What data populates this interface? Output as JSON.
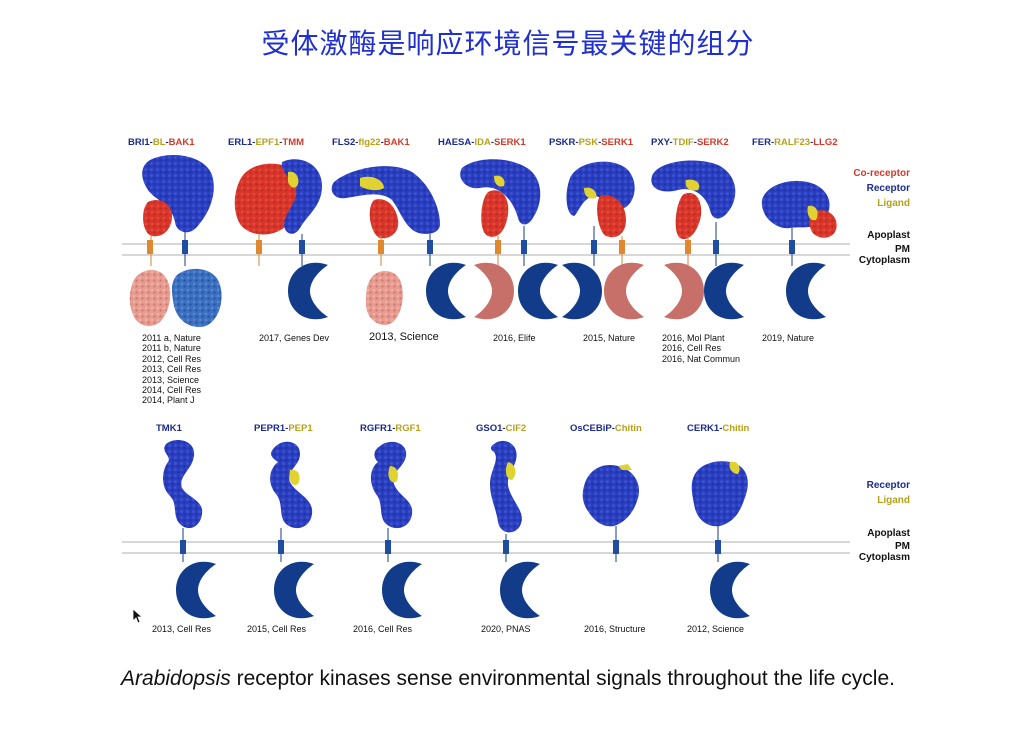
{
  "title": "受体激酶是响应环境信号最关键的组分",
  "legend_top": {
    "co_receptor": "Co-receptor",
    "receptor": "Receptor",
    "ligand": "Ligand",
    "apoplast": "Apoplast",
    "pm": "PM",
    "cytoplasm": "Cytoplasm"
  },
  "legend_bottom": {
    "receptor": "Receptor",
    "ligand": "Ligand",
    "apoplast": "Apoplast",
    "pm": "PM",
    "cytoplasm": "Cytoplasm"
  },
  "colors": {
    "receptor": "#2a3fbf",
    "co_receptor": "#d8362a",
    "ligand": "#e0d230",
    "kinase": "#0f3a86",
    "co_kinase": "#c97a74",
    "title": "#1f2fd0"
  },
  "top_complexes": [
    {
      "receptor": "BRI1",
      "ligand": "BL",
      "co_receptor": "BAK1",
      "refs": [
        "2011 a, Nature",
        "2011 b, Nature",
        "2012, Cell Res",
        "2013, Cell Res",
        "2013, Science",
        "2014, Cell Res",
        "2014, Plant J"
      ]
    },
    {
      "receptor": "ERL1",
      "ligand": "EPF1",
      "co_receptor": "TMM",
      "refs": [
        "2017, Genes Dev"
      ]
    },
    {
      "receptor": "FLS2",
      "ligand": "flg22",
      "co_receptor": "BAK1",
      "refs": [
        "2013, Science"
      ]
    },
    {
      "receptor": "HAESA",
      "ligand": "IDA",
      "co_receptor": "SERK1",
      "refs": [
        "2016,  Elife"
      ]
    },
    {
      "receptor": "PSKR",
      "ligand": "PSK",
      "co_receptor": "SERK1",
      "refs": [
        "2015, Nature"
      ]
    },
    {
      "receptor": "PXY",
      "ligand": "TDIF",
      "co_receptor": "SERK2",
      "refs": [
        "2016, Mol Plant",
        "2016, Cell Res",
        "2016, Nat Commun"
      ]
    },
    {
      "receptor": "FER",
      "ligand": "RALF23",
      "co_receptor": "LLG2",
      "refs": [
        "2019, Nature"
      ]
    }
  ],
  "bottom_complexes": [
    {
      "receptor": "TMK1",
      "ligand": "",
      "refs": [
        "2013, Cell Res"
      ]
    },
    {
      "receptor": "PEPR1",
      "ligand": "PEP1",
      "refs": [
        "2015, Cell Res"
      ]
    },
    {
      "receptor": "RGFR1",
      "ligand": "RGF1",
      "refs": [
        "2016, Cell Res"
      ]
    },
    {
      "receptor": "GSO1",
      "ligand": "CIF2",
      "refs": [
        "2020, PNAS"
      ]
    },
    {
      "receptor": "OsCEBiP",
      "ligand": "Chitin",
      "refs": [
        "2016, Structure"
      ]
    },
    {
      "receptor": "CERK1",
      "ligand": "Chitin",
      "refs": [
        "2012,  Science"
      ]
    }
  ],
  "caption": {
    "italic": "Arabidopsis",
    "rest": " receptor kinases sense environmental signals throughout the life cycle."
  }
}
